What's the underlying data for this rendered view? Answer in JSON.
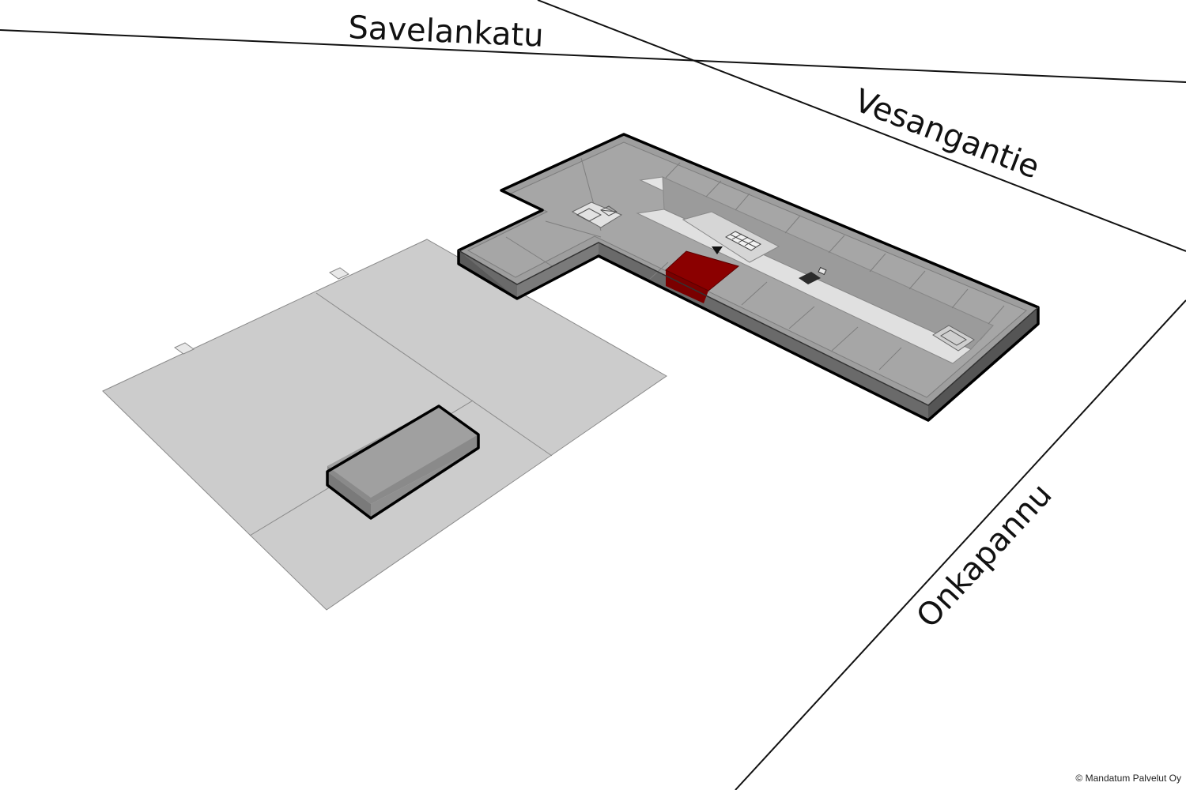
{
  "streets": [
    {
      "id": "savelankatu",
      "name": "Savelankatu"
    },
    {
      "id": "vesangantie",
      "name": "Vesangantie"
    },
    {
      "id": "onkapannu",
      "name": "Onkapannu"
    }
  ],
  "highlight_color": "#8b0000",
  "copyright": "© Mandatum Palvelut Oy"
}
